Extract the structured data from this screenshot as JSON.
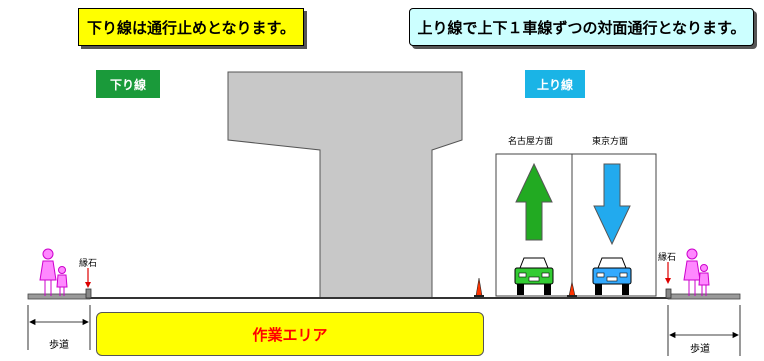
{
  "notice_closed": "下り線は通行止めとなります。",
  "notice_contraflow": "上り線で上下１車線ずつの対面通行となります。",
  "label_down_line": "下り線",
  "label_up_line": "上り線",
  "direction_nagoya": "名古屋方面",
  "direction_tokyo": "東京方面",
  "curb_label_left": "縁石",
  "curb_label_right": "縁石",
  "work_area_label": "作業エリア",
  "sidewalk_label_left": "歩道",
  "sidewalk_label_right": "歩道",
  "colors": {
    "notice_closed_bg": "#ffff00",
    "notice_contraflow_bg": "#ccffff",
    "down_line_tag": "#1a9a3a",
    "up_line_tag": "#1ab4e6",
    "pier": "#c8c8c8",
    "work_area": "#ffff00",
    "work_area_text": "#ff0000",
    "arrow_up": "#22aa22",
    "arrow_down": "#22aaee",
    "car_green": "#33cc33",
    "car_blue": "#33aaff",
    "pedestrian": "#ff33ff",
    "cone": "#ff3300"
  }
}
